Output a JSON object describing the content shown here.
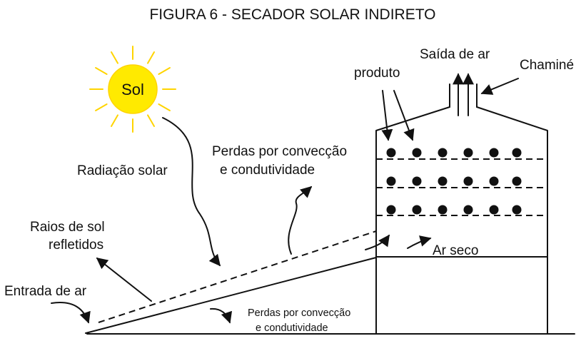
{
  "title": "FIGURA 6 - SECADOR SOLAR INDIRETO",
  "labels": {
    "sun": "Sol",
    "solar_radiation": "Radiação solar",
    "reflected_rays_line1": "Raios de sol",
    "reflected_rays_line2": "refletidos",
    "air_inlet": "Entrada de ar",
    "losses_top_line1": "Perdas por convecção",
    "losses_top_line2": "e condutividade",
    "losses_bottom_line1": "Perdas por convecção",
    "losses_bottom_line2": "e condutividade",
    "product": "produto",
    "air_outlet": "Saída de ar",
    "chimney": "Chaminé",
    "dry_air": "Ar seco"
  },
  "colors": {
    "sun_fill": "#ffea00",
    "sun_ray": "#ffd400",
    "ink": "#111111"
  },
  "icons": {
    "sun": "sun-icon",
    "product_items": "product-dot-icon"
  }
}
